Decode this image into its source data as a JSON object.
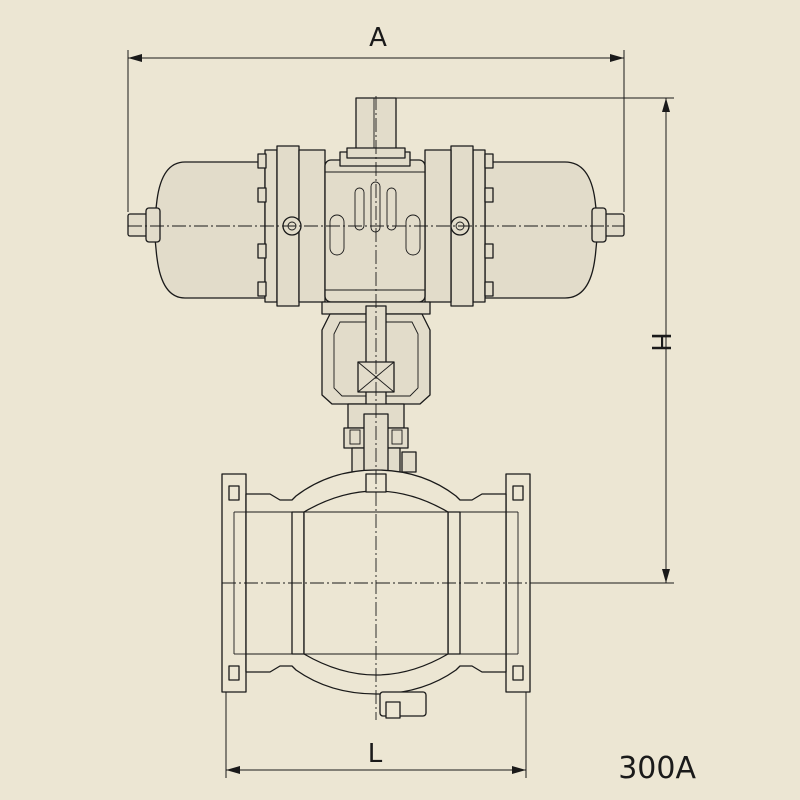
{
  "dimensions": {
    "width_label": "A",
    "height_label": "H",
    "length_label": "L"
  },
  "model_label": "300A",
  "colors": {
    "background": "#ece6d3",
    "line": "#1a1a1a"
  }
}
